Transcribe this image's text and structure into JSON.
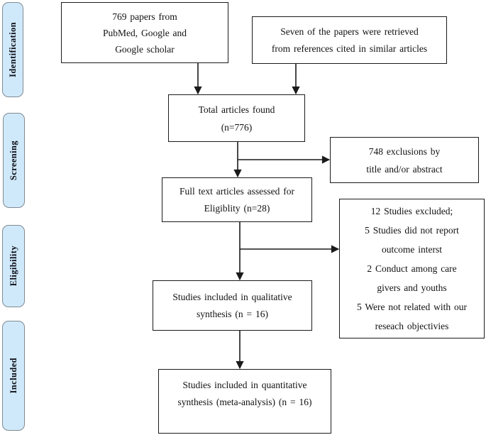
{
  "colors": {
    "stage_fill": "#cfe9fb",
    "stage_border": "#818a91",
    "box_border": "#1a1a1a",
    "arrow": "#1a1a1a",
    "background": "#ffffff",
    "text": "#111111"
  },
  "stages": [
    {
      "label": "Identification"
    },
    {
      "label": "Screening"
    },
    {
      "label": "Eligibility"
    },
    {
      "label": "Included"
    }
  ],
  "boxes": {
    "papers_identified": {
      "lines": [
        "769 papers from",
        "PubMed, Google and",
        "Google scholar"
      ]
    },
    "papers_from_references": {
      "lines": [
        "Seven of the papers were retrieved",
        "from references cited in similar articles"
      ]
    },
    "total_articles": {
      "lines": [
        "Total articles found",
        "(n=776)"
      ]
    },
    "exclusions_title_abstract": {
      "lines": [
        "748 exclusions by",
        "title and/or abstract"
      ]
    },
    "full_text_assessed": {
      "lines": [
        "Full text articles assessed for",
        "Eligiblity (n=28)"
      ]
    },
    "studies_excluded": {
      "lines": [
        "12 Studies excluded;",
        "5 Studies did not report",
        "outcome interst",
        "2 Conduct among care",
        "givers and youths",
        "5 Were not related with our",
        "reseach objectivies"
      ]
    },
    "qualitative_synthesis": {
      "lines": [
        "Studies included in qualitative",
        "synthesis (n = 16)"
      ]
    },
    "quantitative_synthesis": {
      "lines": [
        "Studies included in quantitative",
        "synthesis (meta-analysis) (n = 16)"
      ]
    }
  }
}
